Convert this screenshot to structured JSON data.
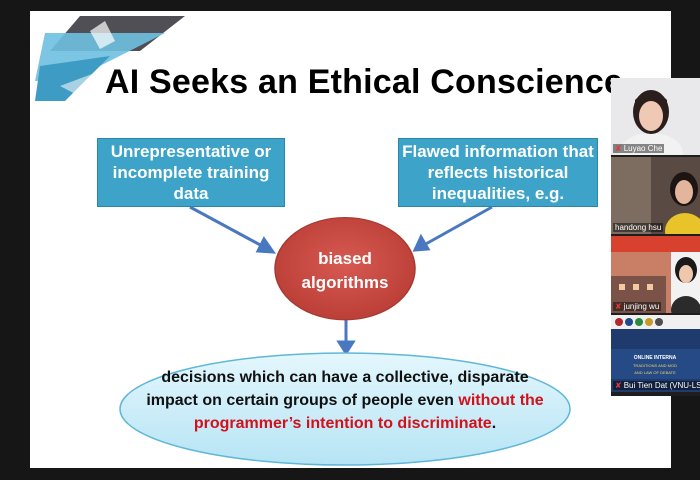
{
  "slide": {
    "title": "AI Seeks an Ethical Conscience",
    "left_box": "Unrepresentative or incomplete training data",
    "right_box": "Flawed information that reflects historical inequalities, e.g.",
    "center_line1": "biased",
    "center_line2": "algorithms",
    "bottom": {
      "part1": "decisions which can have a collective, disparate impact on certain groups of people even ",
      "highlight": "without the programmer’s intention to discriminate",
      "end": "."
    }
  },
  "participants": [
    {
      "name": "Luyao Che",
      "muted": true
    },
    {
      "name": "handong hsu",
      "muted": false
    },
    {
      "name": "junjing wu",
      "muted": true
    },
    {
      "name": "Bui Tien Dat (VNU-LS)",
      "muted": true
    }
  ],
  "tile4_banner": {
    "line1": "ONLINE INTERNA",
    "line2": "TRADITIONS AND MOD",
    "line3": "AND LAW OF DEBATE"
  },
  "colors": {
    "box": "#3ea3c9",
    "circle": "#c9483f",
    "ellipse": "#c6ecf8",
    "accent_red": "#d3111b"
  }
}
